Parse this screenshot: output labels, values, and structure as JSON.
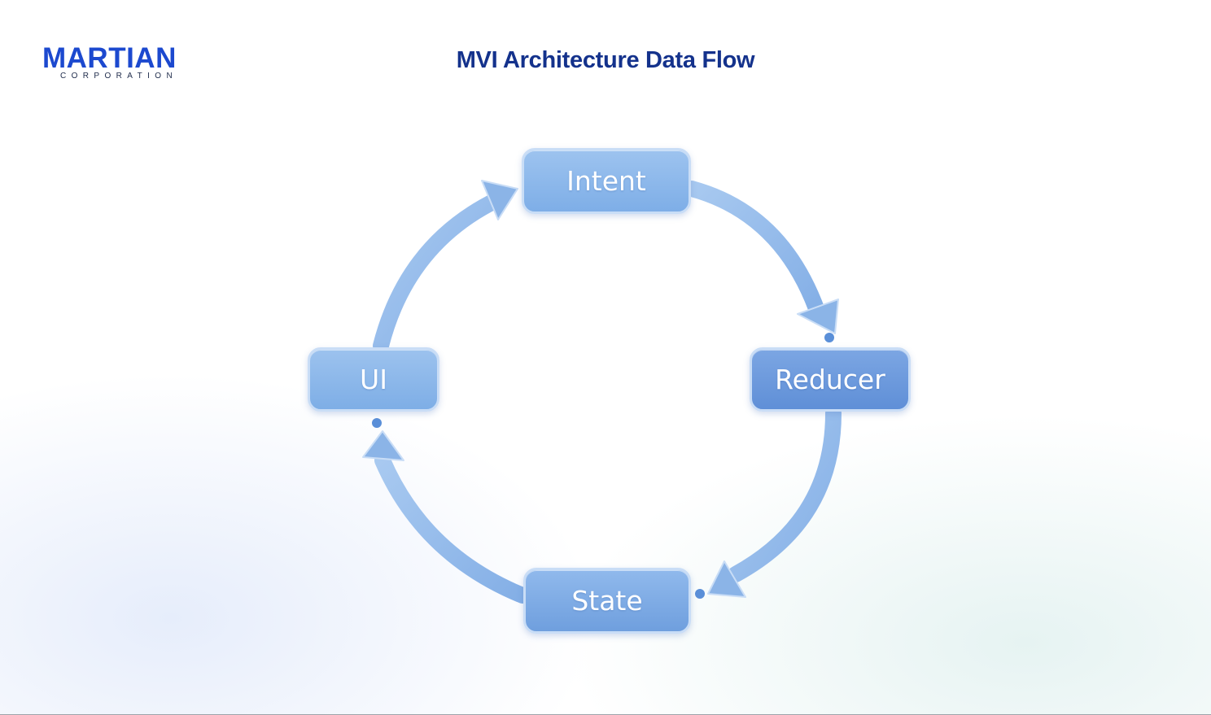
{
  "logo": {
    "wordmark": "MARTIAN",
    "subtitle": "CORPORATION",
    "color": "#1c49cf"
  },
  "title": "MVI Architecture Data Flow",
  "diagram": {
    "type": "cycle",
    "nodes": [
      {
        "id": "intent",
        "label": "Intent"
      },
      {
        "id": "reducer",
        "label": "Reducer"
      },
      {
        "id": "state",
        "label": "State"
      },
      {
        "id": "ui",
        "label": "UI"
      }
    ],
    "edges": [
      {
        "from": "intent",
        "to": "reducer"
      },
      {
        "from": "reducer",
        "to": "state"
      },
      {
        "from": "state",
        "to": "ui"
      },
      {
        "from": "ui",
        "to": "intent"
      }
    ],
    "colors": {
      "arrow": "#8db5e8",
      "node_border": "#c9ddf6",
      "dot": "#5a8fd8",
      "title": "#14328c"
    }
  }
}
